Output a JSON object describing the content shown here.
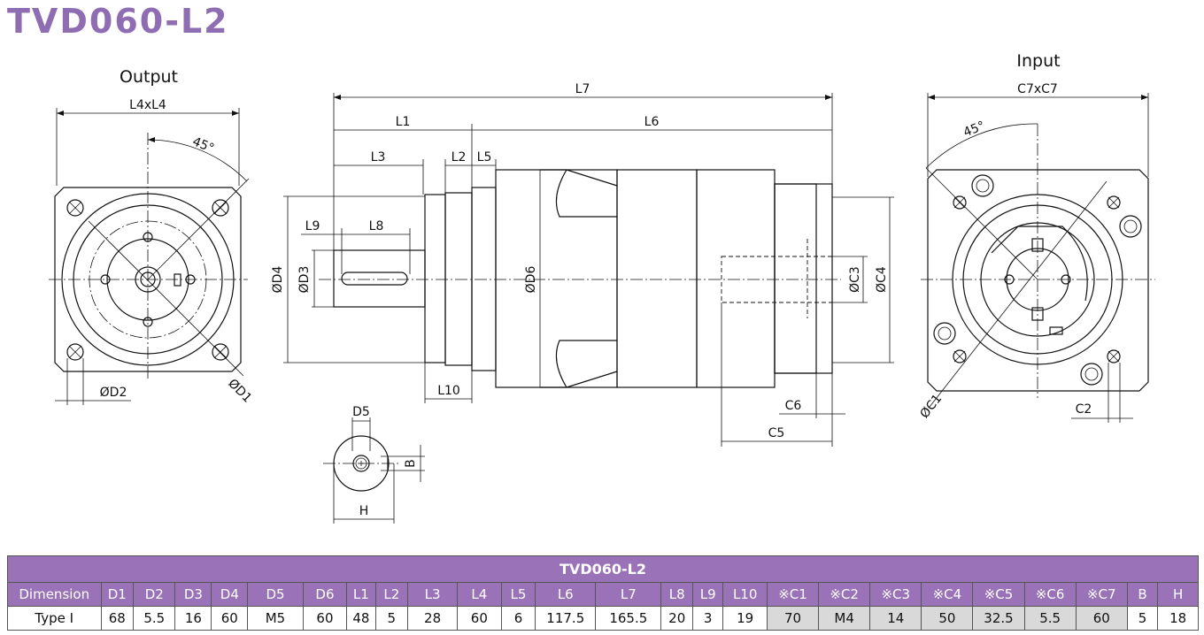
{
  "title": "TVD060-L2",
  "views": {
    "output_label": "Output",
    "input_label": "Input"
  },
  "dimension_labels": {
    "L4xL4": "L4xL4",
    "angle_output": "45°",
    "D2": "ØD2",
    "D1": "ØD1",
    "L7": "L7",
    "L1": "L1",
    "L6": "L6",
    "L3": "L3",
    "L2": "L2",
    "L5": "L5",
    "L9": "L9",
    "L8": "L8",
    "D4": "ØD4",
    "D3": "ØD3",
    "D6": "ØD6",
    "C3": "ØC3",
    "C4": "ØC4",
    "L10": "L10",
    "C6": "C6",
    "C5": "C5",
    "D5": "D5",
    "B": "B",
    "H": "H",
    "C7xC7": "C7xC7",
    "angle_input": "45°",
    "C1": "ØC1",
    "C2": "C2"
  },
  "table": {
    "title": "TVD060-L2",
    "headers": [
      "Dimension",
      "D1",
      "D2",
      "D3",
      "D4",
      "D5",
      "D6",
      "L1",
      "L2",
      "L3",
      "L4",
      "L5",
      "L6",
      "L7",
      "L8",
      "L9",
      "L10",
      "※C1",
      "※C2",
      "※C3",
      "※C4",
      "※C5",
      "※C6",
      "※C7",
      "B",
      "H"
    ],
    "rows": [
      [
        "Type I",
        "68",
        "5.5",
        "16",
        "60",
        "M5",
        "60",
        "48",
        "5",
        "28",
        "60",
        "6",
        "117.5",
        "165.5",
        "20",
        "3",
        "19",
        "70",
        "M4",
        "14",
        "50",
        "32.5",
        "5.5",
        "60",
        "5",
        "18"
      ]
    ]
  }
}
